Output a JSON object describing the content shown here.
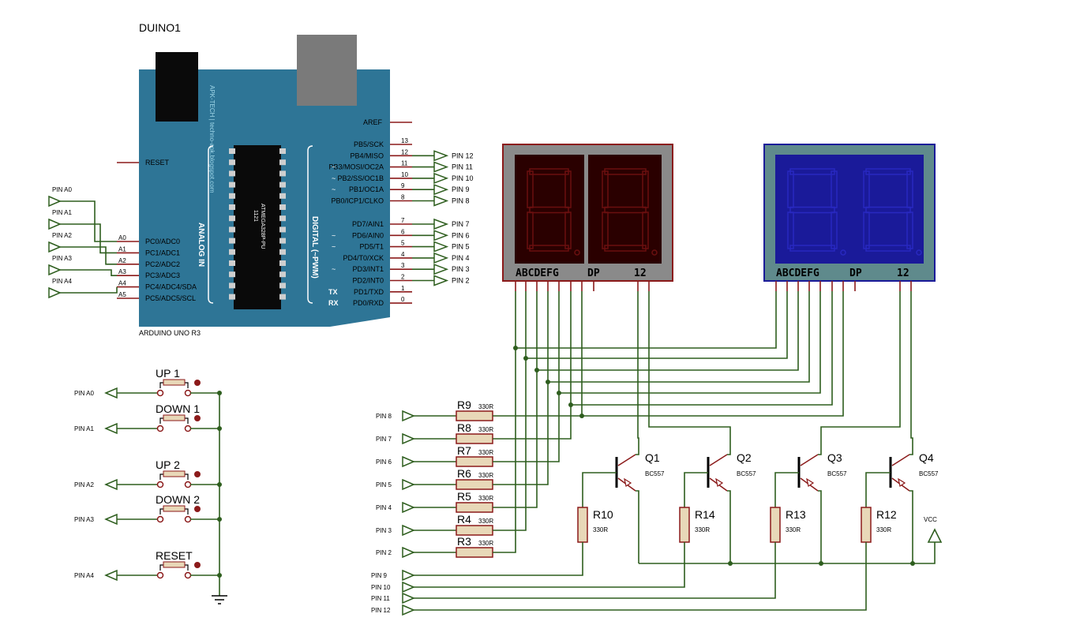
{
  "arduino": {
    "title": "DUINO1",
    "model": "ARDUINO UNO R3",
    "brand": "APK-TECH | techno-apk.blogspot.com",
    "chip": "ATMEGA328P-PU",
    "chip_num": "1121",
    "analog_label": "ANALOG IN",
    "digital_label": "DIGITAL (~PWM)",
    "aref": "AREF",
    "reset": "RESET",
    "tx": "TX",
    "rx": "RX",
    "board_color": "#2e7596",
    "analog_pins": [
      {
        "name": "PC0/ADC0",
        "tag": "A0",
        "port": "PIN A0"
      },
      {
        "name": "PC1/ADC1",
        "tag": "A1",
        "port": "PIN A1"
      },
      {
        "name": "PC2/ADC2",
        "tag": "A2",
        "port": "PIN A2"
      },
      {
        "name": "PC3/ADC3",
        "tag": "A3",
        "port": "PIN A3"
      },
      {
        "name": "PC4/ADC4/SDA",
        "tag": "A4",
        "port": "PIN A4"
      },
      {
        "name": "PC5/ADC5/SCL",
        "tag": "A5",
        "port": ""
      }
    ],
    "digital_pins": [
      {
        "name": "PB5/SCK",
        "num": "13",
        "pwm": false,
        "port": ""
      },
      {
        "name": "PB4/MISO",
        "num": "12",
        "pwm": false,
        "port": "PIN 12"
      },
      {
        "name": "PB3/MOSI/OC2A",
        "num": "11",
        "pwm": true,
        "port": "PIN 11"
      },
      {
        "name": "PB2/SS/OC1B",
        "num": "10",
        "pwm": true,
        "port": "PIN 10"
      },
      {
        "name": "PB1/OC1A",
        "num": "9",
        "pwm": true,
        "port": "PIN 9"
      },
      {
        "name": "PB0/ICP1/CLKO",
        "num": "8",
        "pwm": false,
        "port": "PIN 8"
      },
      {
        "name": "PD7/AIN1",
        "num": "7",
        "pwm": false,
        "port": "PIN 7"
      },
      {
        "name": "PD6/AIN0",
        "num": "6",
        "pwm": true,
        "port": "PIN 6"
      },
      {
        "name": "PD5/T1",
        "num": "5",
        "pwm": true,
        "port": "PIN 5"
      },
      {
        "name": "PD4/T0/XCK",
        "num": "4",
        "pwm": false,
        "port": "PIN 4"
      },
      {
        "name": "PD3/INT1",
        "num": "3",
        "pwm": true,
        "port": "PIN 3"
      },
      {
        "name": "PD2/INT0",
        "num": "2",
        "pwm": false,
        "port": "PIN 2"
      },
      {
        "name": "PD1/TXD",
        "num": "1",
        "pwm": false,
        "port": ""
      },
      {
        "name": "PD0/RXD",
        "num": "0",
        "pwm": false,
        "port": ""
      }
    ]
  },
  "buttons": [
    {
      "label": "UP 1",
      "port": "PIN A0"
    },
    {
      "label": "DOWN 1",
      "port": "PIN A1"
    },
    {
      "label": "UP 2",
      "port": "PIN A2"
    },
    {
      "label": "DOWN 2",
      "port": "PIN A3"
    },
    {
      "label": "RESET",
      "port": "PIN A4"
    }
  ],
  "displays": [
    {
      "seg_label": "ABCDEFG",
      "dp": "DP",
      "digits": "12",
      "color": "#8b1a1a"
    },
    {
      "seg_label": "ABCDEFG",
      "dp": "DP",
      "digits": "12",
      "color": "#1a1a99"
    }
  ],
  "segment_resistors": [
    {
      "name": "R9",
      "value": "330R",
      "port": "PIN 8"
    },
    {
      "name": "R8",
      "value": "330R",
      "port": "PIN 7"
    },
    {
      "name": "R7",
      "value": "330R",
      "port": "PIN 6"
    },
    {
      "name": "R6",
      "value": "330R",
      "port": "PIN 5"
    },
    {
      "name": "R5",
      "value": "330R",
      "port": "PIN 4"
    },
    {
      "name": "R4",
      "value": "330R",
      "port": "PIN 3"
    },
    {
      "name": "R3",
      "value": "330R",
      "port": "PIN 2"
    }
  ],
  "transistors": [
    {
      "name": "Q1",
      "model": "BC557",
      "base_r": "R10",
      "base_r_value": "330R",
      "port": "PIN 9"
    },
    {
      "name": "Q2",
      "model": "BC557",
      "base_r": "R14",
      "base_r_value": "330R",
      "port": "PIN 10"
    },
    {
      "name": "Q3",
      "model": "BC557",
      "base_r": "R13",
      "base_r_value": "330R",
      "port": "PIN 11"
    },
    {
      "name": "Q4",
      "model": "BC557",
      "base_r": "R12",
      "base_r_value": "330R",
      "port": "PIN 12"
    }
  ],
  "vcc": "VCC"
}
